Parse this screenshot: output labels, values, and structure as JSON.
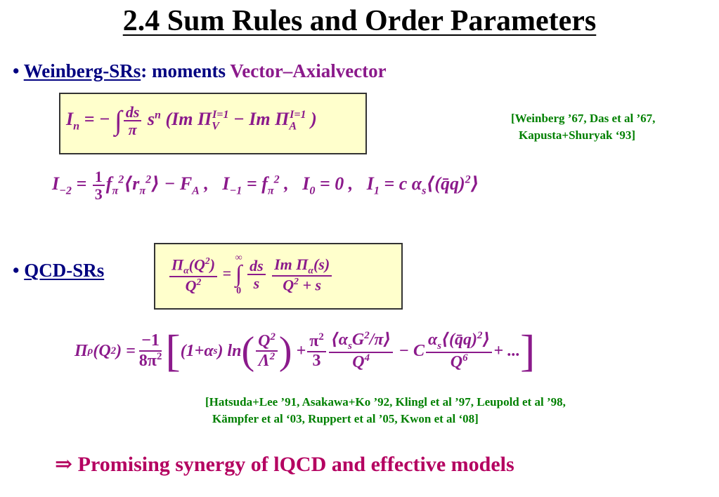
{
  "title": "2.4 Sum Rules and Order Parameters",
  "weinberg": {
    "bullet": "•",
    "link": "Weinberg-SRs",
    "colon_text": ": moments",
    "highlight": "Vector–Axialvector",
    "ref_line1": "[Weinberg ’67, Das et al ’67,",
    "ref_line2": "Kapusta+Shuryak ‘93]"
  },
  "qcd": {
    "bullet": "•",
    "link": "QCD-SRs",
    "ref_line1": "[Hatsuda+Lee ’91, Asakawa+Ko ’92, Klingl et al ’97, Leupold et al ’98,",
    "ref_line2": "Kämpfer et al ‘03, Ruppert et al ’05, Kwon et al ‘08]"
  },
  "conclusion": {
    "arrow": "⇒",
    "text": "Promising synergy of lQCD and effective models"
  },
  "colors": {
    "title": "#000000",
    "link": "#000080",
    "math": "#8b1a8b",
    "reference": "#008000",
    "conclusion": "#b40060",
    "equation_box": "#ffffcc"
  }
}
